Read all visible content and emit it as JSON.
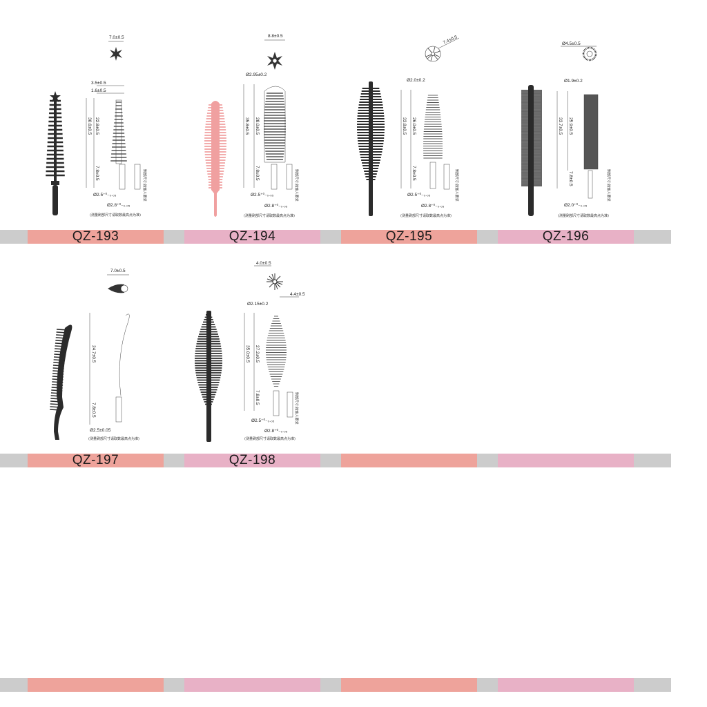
{
  "colors": {
    "band_grey": "#cccccc",
    "salmon": "#eea39b",
    "pink": "#e8b1c6",
    "brush_dark": "#2b2b2b",
    "brush_pink": "#f0a0a0"
  },
  "common": {
    "caption": "(测量刷部尺寸请取数最高点为准)",
    "vertical_note": "刷部尺寸:按客人要求"
  },
  "rows": [
    {
      "labels": [
        "QZ-193",
        "QZ-194",
        "QZ-195",
        "QZ-196"
      ]
    },
    {
      "labels": [
        "QZ-197",
        "QZ-198",
        "",
        ""
      ]
    },
    {
      "labels": [
        "",
        "",
        "",
        ""
      ]
    }
  ],
  "products": [
    {
      "model": "QZ-193",
      "brush_color": "dark",
      "top_view_dim": "7.0±0.5",
      "tip_dim_1": "3.5±0.5",
      "tip_dim_2": "1.6±0.5",
      "total_length": "30.6±0.5",
      "brush_length": "22.8±0.5",
      "stem_length": "7.8±0.5",
      "stem_dia_1": "Ø2.5⁺⁰₋₀.₀₅",
      "stem_dia_2": "Ø2.8⁺⁰₋₀.₀₅"
    },
    {
      "model": "QZ-194",
      "brush_color": "pink",
      "top_view_dim": "8.8±0.5",
      "tip_dim_1": "Ø2.95±0.2",
      "total_length": "35.8±0.5",
      "brush_length": "28.0±0.5",
      "stem_length": "7.8±0.5",
      "stem_dia_1": "Ø2.5⁺⁰₋₀.₀₅",
      "stem_dia_2": "Ø2.8⁺⁰₋₀.₀₅"
    },
    {
      "model": "QZ-195",
      "brush_color": "dark",
      "top_view_dim": "7.4±0.5",
      "tip_dim_1": "Ø2.0±0.2",
      "total_length": "33.8±0.5",
      "brush_length": "26.0±0.5",
      "stem_length": "7.8±0.5",
      "stem_dia_1": "Ø2.5⁺⁰₋₀.₀₅",
      "stem_dia_2": "Ø2.8⁺⁰₋₀.₀₅"
    },
    {
      "model": "QZ-196",
      "brush_color": "dark",
      "top_view_dim": "Ø4.5±0.5",
      "tip_dim_1": "Ø1.9±0.2",
      "total_length": "33.7±0.5",
      "brush_length": "25.9±0.5",
      "stem_length": "7.8±0.5",
      "stem_dia_1": "Ø2.0⁺⁰₋₀.₀₅"
    },
    {
      "model": "QZ-197",
      "brush_color": "dark",
      "top_view_dim": "7.0±0.5",
      "brush_length": "24.7±0.5",
      "stem_length": "7.8±0.5",
      "stem_dia_1": "Ø2.5±0.05"
    },
    {
      "model": "QZ-198",
      "brush_color": "dark",
      "top_view_dim": "4.0±0.5",
      "top_view_dim_2": "4.4±0.5",
      "tip_dim_1": "Ø2.15±0.2",
      "total_length": "35.0±0.5",
      "brush_length": "27.2±0.5",
      "stem_length": "7.8±0.5",
      "stem_dia_1": "Ø2.5⁺⁰₋₀.₀₅",
      "stem_dia_2": "Ø2.8⁺⁰₋₀.₀₅"
    }
  ]
}
